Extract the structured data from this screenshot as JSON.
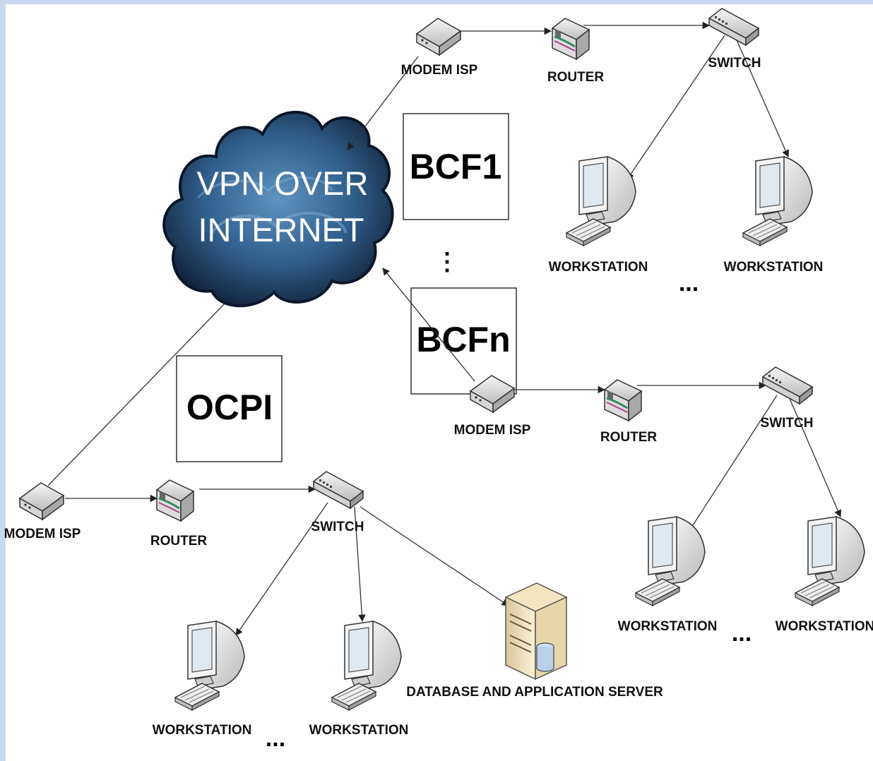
{
  "cloud": {
    "line1": "VPN OVER",
    "line2": "INTERNET"
  },
  "sites": {
    "bcf1": {
      "box_label": "BCF1",
      "modem_label": "MODEM ISP",
      "router_label": "ROUTER",
      "switch_label": "SWITCH",
      "workstations": [
        "WORKSTATION",
        "WORKSTATION"
      ],
      "ellipsis": "..."
    },
    "bcfn": {
      "box_label": "BCFn",
      "modem_label": "MODEM ISP",
      "router_label": "ROUTER",
      "switch_label": "SWITCH",
      "workstations": [
        "WORKSTATION",
        "WORKSTATION"
      ],
      "ellipsis": "..."
    },
    "ocpi": {
      "box_label": "OCPI",
      "modem_label": "MODEM ISP",
      "router_label": "ROUTER",
      "switch_label": "SWITCH",
      "workstations": [
        "WORKSTATION",
        "WORKSTATION"
      ],
      "server_label": "DATABASE AND APPLICATION SERVER",
      "ellipsis": "..."
    }
  },
  "vertical_ellipsis": "⋮",
  "colors": {
    "background_frame": "#c9d8ee",
    "cloud_dark": "#14263f",
    "cloud_mid": "#3a6f9c",
    "cloud_light": "#6fa3cf",
    "line": "#333333"
  }
}
